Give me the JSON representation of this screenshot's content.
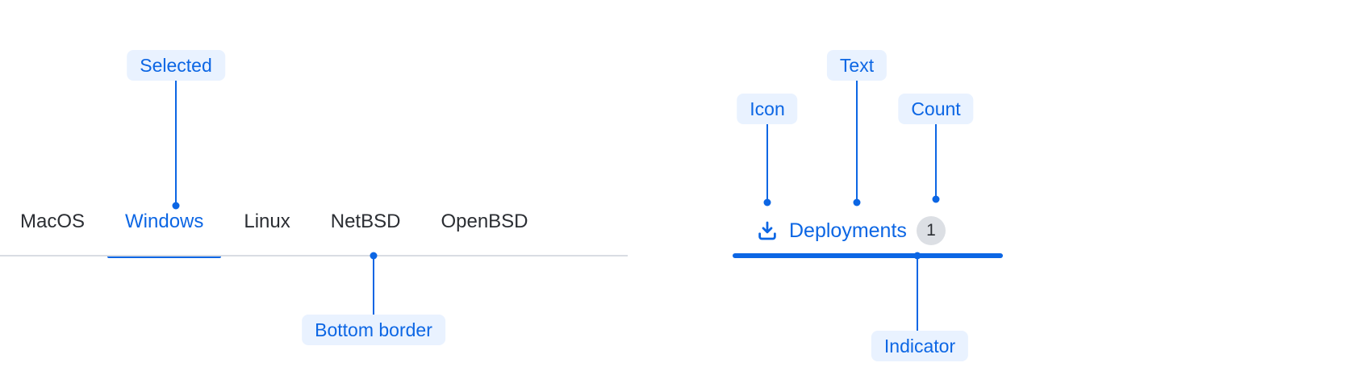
{
  "tabs_anatomy": {
    "tabs": [
      {
        "label": "MacOS",
        "selected": false
      },
      {
        "label": "Windows",
        "selected": true
      },
      {
        "label": "Linux",
        "selected": false
      },
      {
        "label": "NetBSD",
        "selected": false
      },
      {
        "label": "OpenBSD",
        "selected": false
      }
    ],
    "annotations": {
      "selected": "Selected",
      "bottom_border": "Bottom border"
    }
  },
  "tab_anatomy": {
    "icon": "download-icon",
    "label": "Deployments",
    "count": "1",
    "annotations": {
      "icon": "Icon",
      "text": "Text",
      "count": "Count",
      "indicator": "Indicator"
    }
  },
  "colors": {
    "accent_blue": "#0C66E4",
    "annotation_bg": "#E9F2FF",
    "tab_text": "#2B2E33",
    "border_gray": "#D9DDE3",
    "count_badge_bg": "#DCDFE4"
  }
}
